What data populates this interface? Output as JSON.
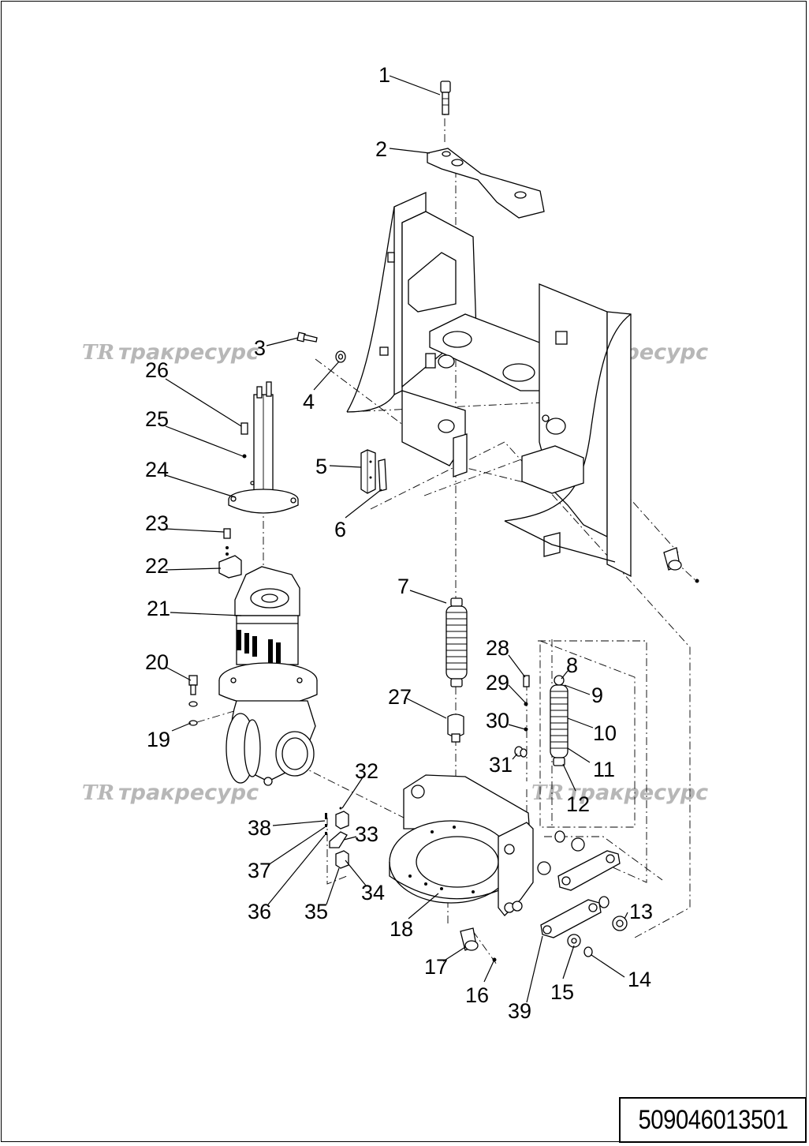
{
  "drawing": {
    "document_number": "509046013501",
    "watermark_text": "трак​ресурс",
    "watermark_logo": "TR",
    "part_labels": [
      {
        "id": "1",
        "text": "1"
      },
      {
        "id": "2",
        "text": "2"
      },
      {
        "id": "3",
        "text": "3"
      },
      {
        "id": "4",
        "text": "4"
      },
      {
        "id": "5",
        "text": "5"
      },
      {
        "id": "6",
        "text": "6"
      },
      {
        "id": "7",
        "text": "7"
      },
      {
        "id": "8",
        "text": "8"
      },
      {
        "id": "9",
        "text": "9"
      },
      {
        "id": "10",
        "text": "10"
      },
      {
        "id": "11",
        "text": "11"
      },
      {
        "id": "12",
        "text": "12"
      },
      {
        "id": "13",
        "text": "13"
      },
      {
        "id": "14",
        "text": "14"
      },
      {
        "id": "15",
        "text": "15"
      },
      {
        "id": "16",
        "text": "16"
      },
      {
        "id": "17",
        "text": "17"
      },
      {
        "id": "18",
        "text": "18"
      },
      {
        "id": "19",
        "text": "19"
      },
      {
        "id": "20",
        "text": "20"
      },
      {
        "id": "21",
        "text": "21"
      },
      {
        "id": "22",
        "text": "22"
      },
      {
        "id": "23",
        "text": "23"
      },
      {
        "id": "24",
        "text": "24"
      },
      {
        "id": "25",
        "text": "25"
      },
      {
        "id": "26",
        "text": "26"
      },
      {
        "id": "27",
        "text": "27"
      },
      {
        "id": "28",
        "text": "28"
      },
      {
        "id": "29",
        "text": "29"
      },
      {
        "id": "30",
        "text": "30"
      },
      {
        "id": "31",
        "text": "31"
      },
      {
        "id": "32",
        "text": "32"
      },
      {
        "id": "33",
        "text": "33"
      },
      {
        "id": "34",
        "text": "34"
      },
      {
        "id": "35",
        "text": "35"
      },
      {
        "id": "36",
        "text": "36"
      },
      {
        "id": "37",
        "text": "37"
      },
      {
        "id": "38",
        "text": "38"
      },
      {
        "id": "39",
        "text": "39"
      }
    ]
  }
}
